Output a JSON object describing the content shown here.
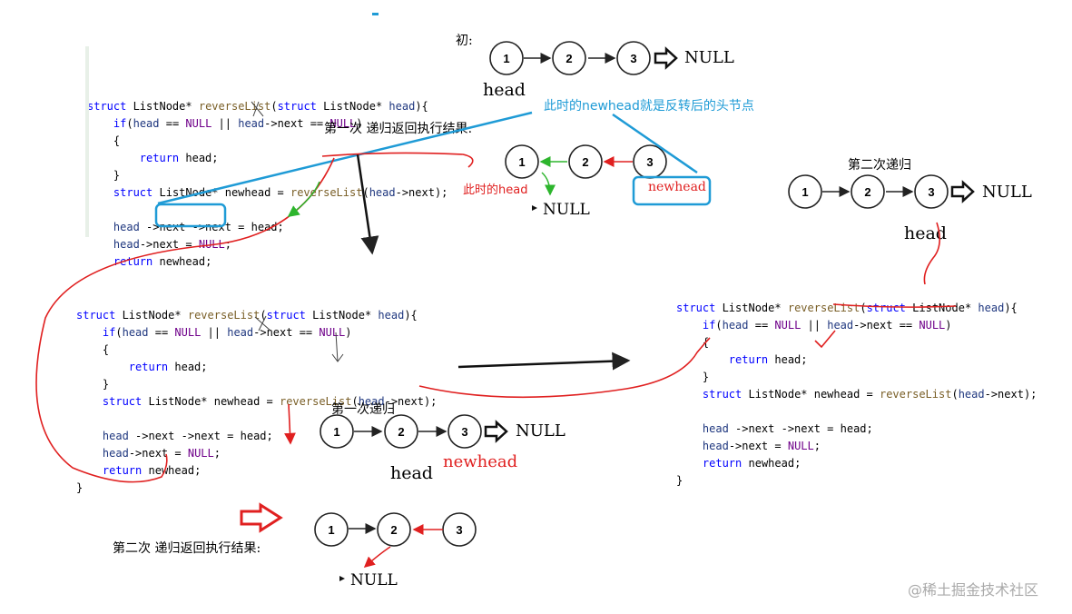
{
  "code_lines": [
    [
      {
        "c": "kw",
        "t": "struct"
      },
      {
        "c": "",
        "t": " ListNode* "
      },
      {
        "c": "fn",
        "t": "reverseList"
      },
      {
        "c": "",
        "t": "("
      },
      {
        "c": "kw",
        "t": "struct"
      },
      {
        "c": "",
        "t": " ListNode* "
      },
      {
        "c": "var",
        "t": "head"
      },
      {
        "c": "",
        "t": "){"
      }
    ],
    [
      {
        "c": "",
        "t": "    "
      },
      {
        "c": "kw",
        "t": "if"
      },
      {
        "c": "",
        "t": "("
      },
      {
        "c": "var",
        "t": "head"
      },
      {
        "c": "",
        "t": " == "
      },
      {
        "c": "cn",
        "t": "NULL"
      },
      {
        "c": "",
        "t": " || "
      },
      {
        "c": "var",
        "t": "head"
      },
      {
        "c": "",
        "t": "->next == "
      },
      {
        "c": "cn",
        "t": "NULL"
      },
      {
        "c": "",
        "t": ")"
      }
    ],
    [
      {
        "c": "",
        "t": "    {"
      }
    ],
    [
      {
        "c": "",
        "t": "        "
      },
      {
        "c": "kw",
        "t": "return"
      },
      {
        "c": "",
        "t": " head;"
      }
    ],
    [
      {
        "c": "",
        "t": "    }"
      }
    ],
    [
      {
        "c": "",
        "t": "    "
      },
      {
        "c": "kw",
        "t": "struct"
      },
      {
        "c": "",
        "t": " ListNode* newhead = "
      },
      {
        "c": "fn",
        "t": "reverseList"
      },
      {
        "c": "",
        "t": "("
      },
      {
        "c": "var",
        "t": "head"
      },
      {
        "c": "",
        "t": "->next);"
      }
    ],
    [
      {
        "c": "",
        "t": ""
      }
    ],
    [
      {
        "c": "",
        "t": "    "
      },
      {
        "c": "var",
        "t": "head"
      },
      {
        "c": "",
        "t": " ->next ->next = head;"
      }
    ],
    [
      {
        "c": "",
        "t": "    "
      },
      {
        "c": "var",
        "t": "head"
      },
      {
        "c": "",
        "t": "->next = "
      },
      {
        "c": "cn",
        "t": "NULL"
      },
      {
        "c": "",
        "t": ";"
      }
    ],
    [
      {
        "c": "",
        "t": "    "
      },
      {
        "c": "kw",
        "t": "return"
      },
      {
        "c": "",
        "t": " newhead;"
      }
    ],
    [
      {
        "c": "",
        "t": "}"
      }
    ]
  ],
  "labels": {
    "initial": "初:",
    "null": "NULL",
    "head": "head",
    "newhead": "newhead",
    "first_return_result": "第一次 递归返回执行结果:",
    "second_recursion": "第二次递归",
    "first_recursion": "第一次递归",
    "second_return_result": "第二次 递归返回执行结果:",
    "newhead_is_head": "此时的newhead就是反转后的头节点",
    "head_now": "此时的head",
    "watermark": "@稀土掘金技术社区"
  },
  "nodes": [
    "1",
    "2",
    "3"
  ],
  "colors": {
    "red": "#e02020",
    "blue": "#1f9bd6",
    "green": "#2db52d"
  }
}
